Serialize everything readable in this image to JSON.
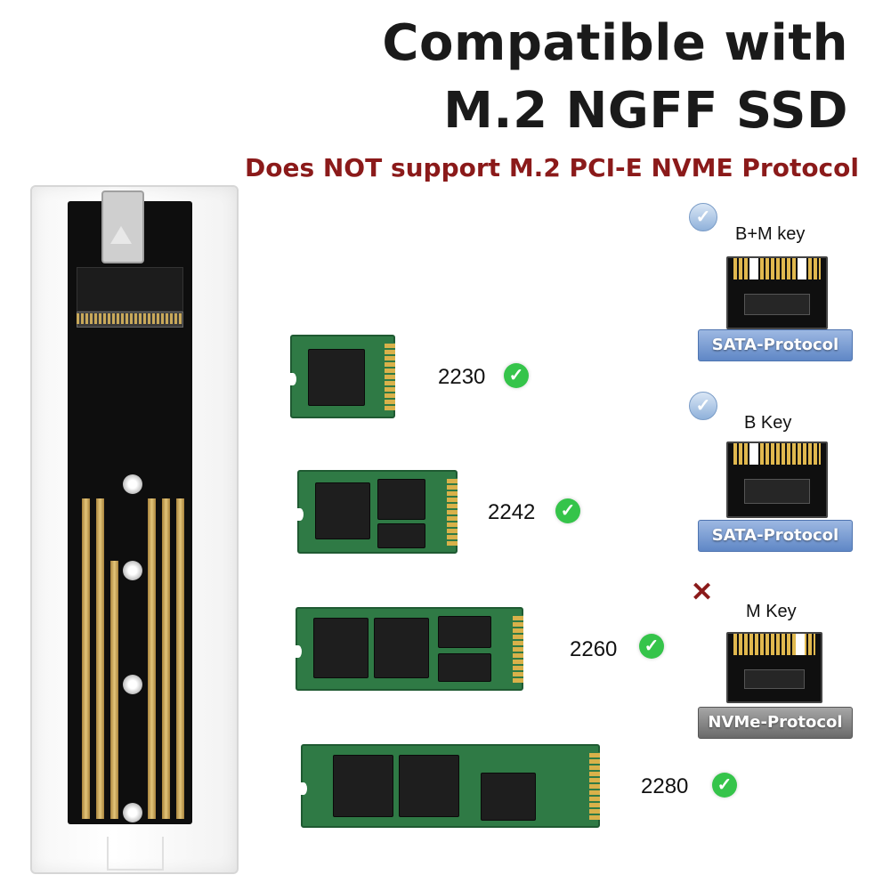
{
  "heading": {
    "line1": "Compatible with",
    "line2": "M.2 NGFF SSD",
    "warning": "Does NOT support M.2 PCI-E NVME Protocol"
  },
  "sizes": [
    {
      "label": "2230",
      "status": "✓"
    },
    {
      "label": "2242",
      "status": "✓"
    },
    {
      "label": "2260",
      "status": "✓"
    },
    {
      "label": "2280",
      "status": "✓"
    }
  ],
  "keys": [
    {
      "label": "B+M key",
      "mark": "✓",
      "protocol": "SATA-Protocol"
    },
    {
      "label": "B Key",
      "mark": "✓",
      "protocol": "SATA-Protocol"
    },
    {
      "label": "M Key",
      "mark": "✕",
      "protocol": "NVMe-Protocol"
    }
  ],
  "colors": {
    "warning": "#8b1a1a",
    "ok_green": "#35c44a",
    "pcb_green": "#2f7a45",
    "sata_blue": "#5f87c6",
    "nvme_gray": "#6a6a6a"
  }
}
